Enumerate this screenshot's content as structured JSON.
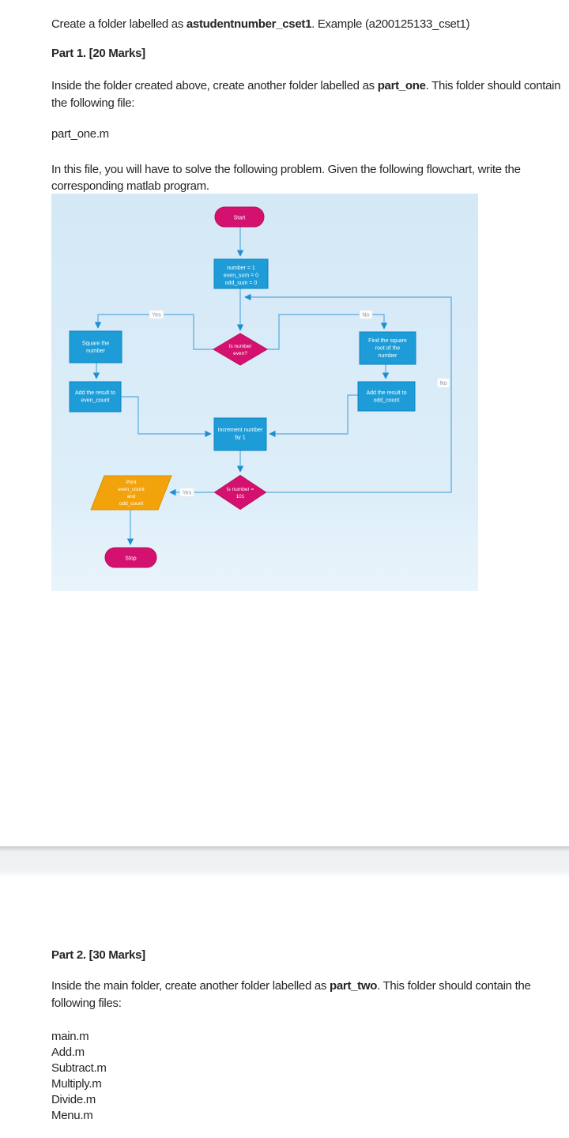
{
  "document": {
    "intro": {
      "pre": "Create a folder labelled as ",
      "bold": "astudentnumber_cset1",
      "post": ". Example (a200125133_cset1)"
    },
    "part1": {
      "heading": "Part 1. [20 Marks]",
      "para1_line1_pre": "Inside the folder created above, create another folder labelled as ",
      "para1_line1_bold": "part_one",
      "para1_line1_post": ". This folder should contain",
      "para1_line2": "the following file:",
      "filename": "part_one.m",
      "para2_line1": "In this file, you will have to solve the following problem. Given the following flowchart, write the",
      "para2_line2": "corresponding matlab program."
    },
    "part2": {
      "heading": "Part 2. [30 Marks]",
      "para_line1_pre": "Inside the main folder, create another folder labelled as ",
      "para_line1_bold": "part_two",
      "para_line1_post": ". This folder should contain the",
      "para_line2": "following files:",
      "files": [
        "main.m",
        "Add.m",
        "Subtract.m",
        "Multiply.m",
        "Divide.m",
        "Menu.m"
      ]
    }
  },
  "flowchart": {
    "nodes": {
      "start": "Start",
      "init": [
        "number = 1",
        "even_sum = 0",
        "odd_sum = 0"
      ],
      "decision_even": [
        "Is number",
        "even?"
      ],
      "square": [
        "Square the",
        "number"
      ],
      "sqrt": [
        "Find the square",
        "root of the",
        "number"
      ],
      "add_even": [
        "Add the result to",
        "even_count"
      ],
      "add_odd": [
        "Add the result to",
        "odd_count"
      ],
      "increment": [
        "Increment number",
        "by 1"
      ],
      "decision_101": [
        "Is number =",
        "101"
      ],
      "print": [
        "Print",
        "even_count",
        "and",
        "odd_count"
      ],
      "stop": "Stop"
    },
    "labels": {
      "yes1": "Yes",
      "no1": "No",
      "yes2": "Yes",
      "no2": "No"
    },
    "colors": {
      "process_fill": "#1e9cd8",
      "decision_fill": "#d5116f",
      "io_fill": "#f2a30b",
      "connector": "#58a9dd",
      "panel_background": "#d5e9f7"
    }
  }
}
